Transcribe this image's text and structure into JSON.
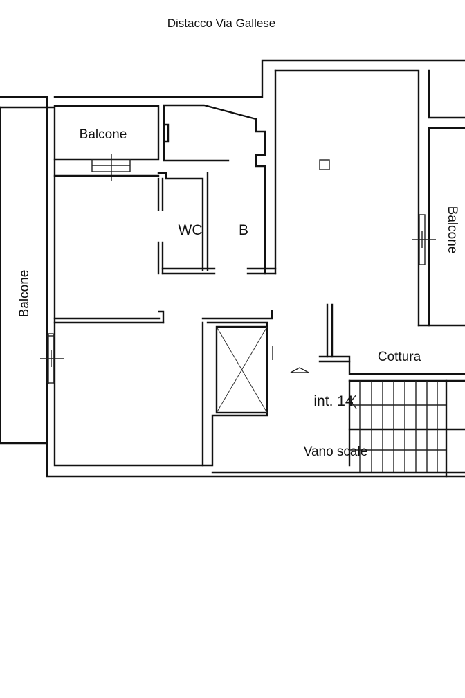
{
  "title": "Distacco Via Gallese",
  "labels": {
    "balcone_top": "Balcone",
    "balcone_left": "Balcone",
    "balcone_right": "Balcone",
    "wc": "WC",
    "bath": "B",
    "cottura": "Cottura",
    "unit": "int. 14",
    "stairs": "Vano scale"
  },
  "colors": {
    "ink": "#111111",
    "paper": "#ffffff"
  }
}
